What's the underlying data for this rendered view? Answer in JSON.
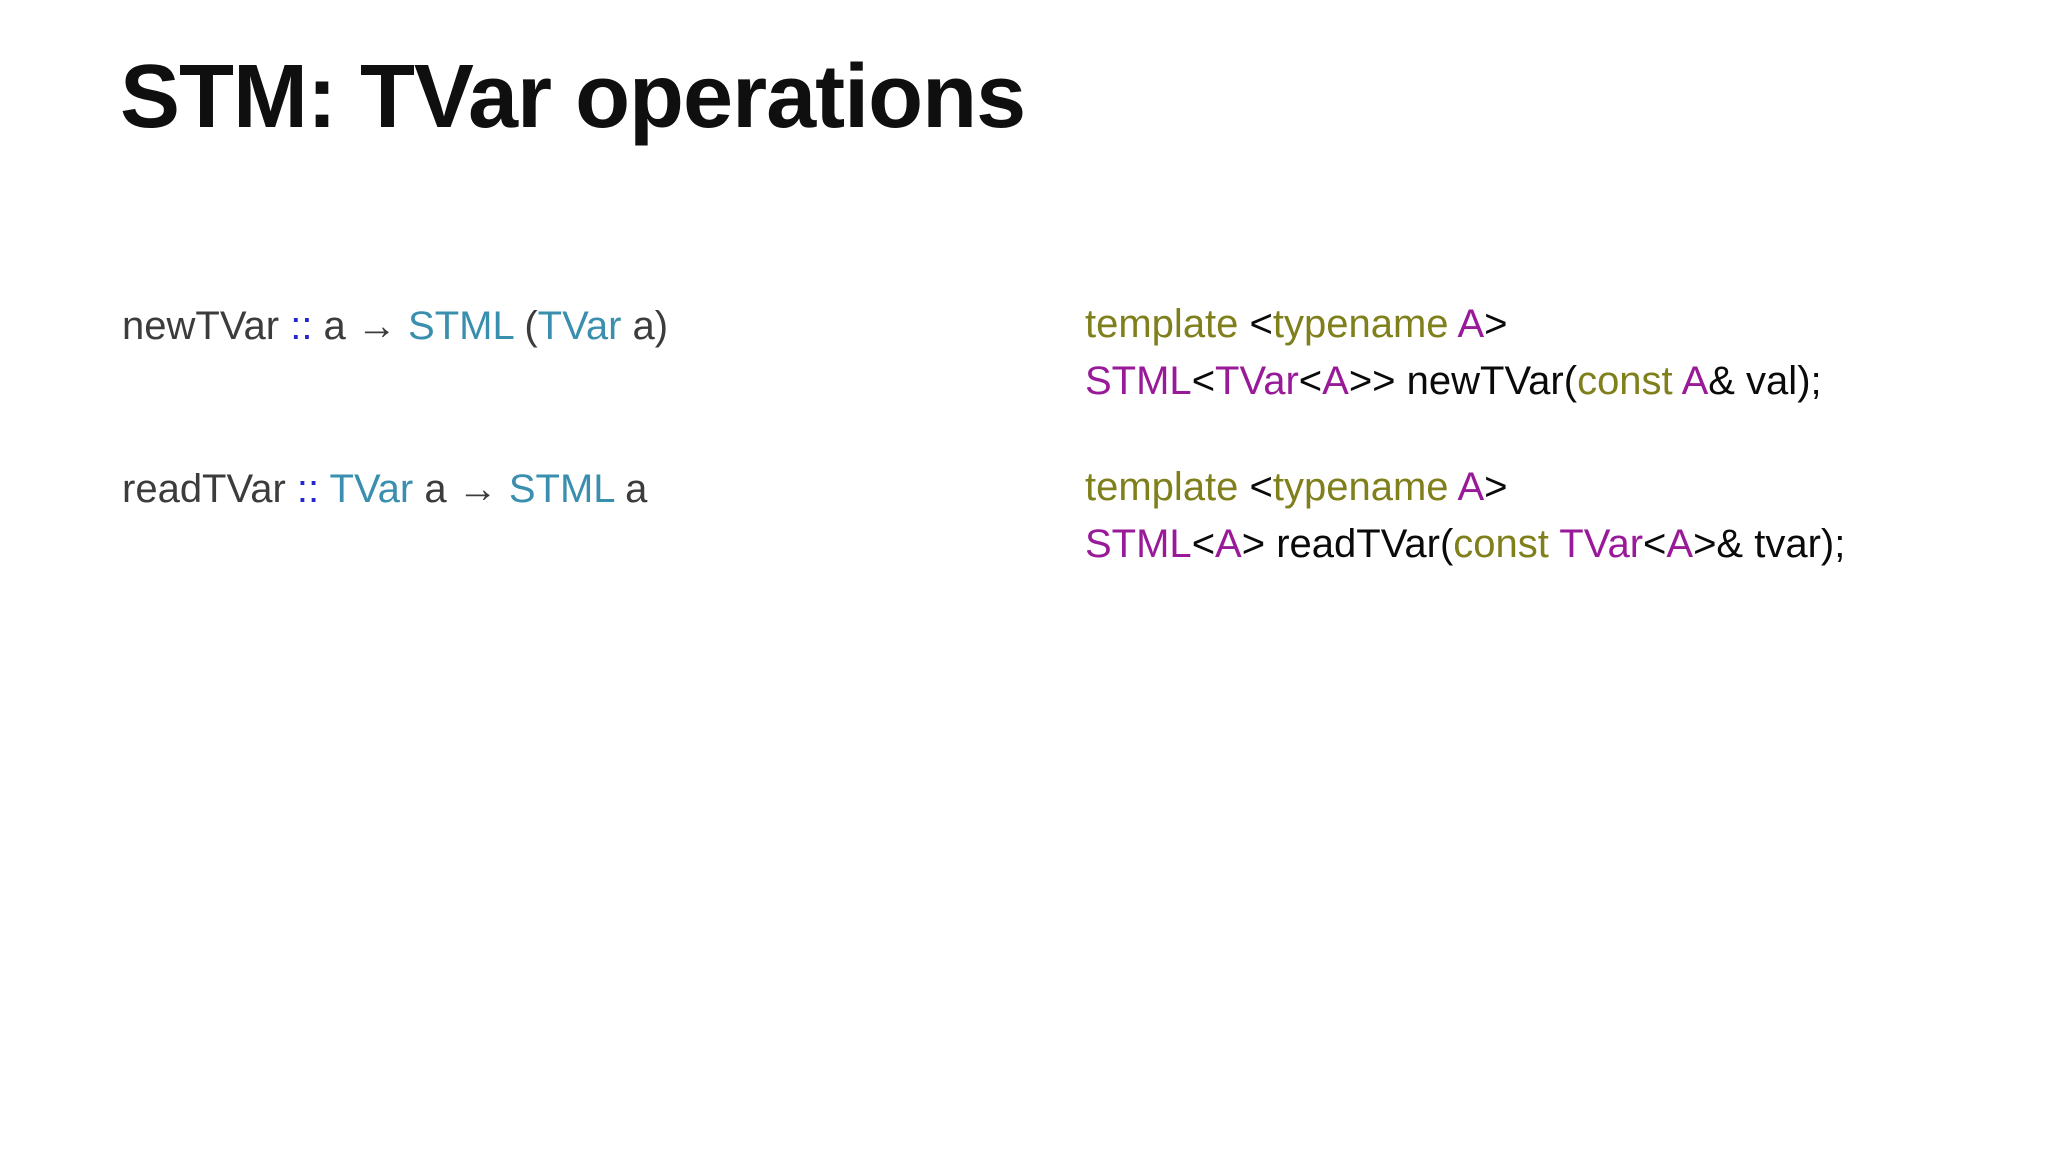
{
  "colors": {
    "background": "#ffffff",
    "title-text": "#0f0f0f",
    "haskell-text": "#3c3c3c",
    "code-text": "#0a0a0a",
    "blue": "#2525d2",
    "teal": "#3a8fae",
    "olive": "#7f7f1c",
    "purple": "#991a99"
  },
  "slide": {
    "title": "STM: TVar operations",
    "haskell_signatures": [
      {
        "name": "newTVar",
        "text": "newTVar :: a → STML (TVar a)",
        "tokens": [
          {
            "t": "newTVar ",
            "s": "hs"
          },
          {
            "t": ":: ",
            "s": "op"
          },
          {
            "t": "a → ",
            "s": "hs"
          },
          {
            "t": "STML ",
            "s": "type"
          },
          {
            "t": "(",
            "s": "hs"
          },
          {
            "t": "TVar ",
            "s": "type"
          },
          {
            "t": "a)",
            "s": "hs"
          }
        ]
      },
      {
        "name": "readTVar",
        "text": "readTVar :: TVar a → STML a",
        "tokens": [
          {
            "t": "readTVar ",
            "s": "hs"
          },
          {
            "t": ":: ",
            "s": "op"
          },
          {
            "t": "TVar ",
            "s": "type"
          },
          {
            "t": "a → ",
            "s": "hs"
          },
          {
            "t": "STML ",
            "s": "type"
          },
          {
            "t": "a",
            "s": "hs"
          }
        ]
      }
    ],
    "cpp_declarations": [
      {
        "name": "newTVar",
        "text": "template <typename A>\nSTML<TVar<A>> newTVar(const A& val);",
        "lines": [
          [
            {
              "t": "template ",
              "s": "kw"
            },
            {
              "t": "<",
              "s": "code"
            },
            {
              "t": "typename ",
              "s": "kw"
            },
            {
              "t": "A",
              "s": "tmpl"
            },
            {
              "t": ">",
              "s": "code"
            }
          ],
          [
            {
              "t": "STML",
              "s": "tmpl"
            },
            {
              "t": "<",
              "s": "code"
            },
            {
              "t": "TVar",
              "s": "tmpl"
            },
            {
              "t": "<",
              "s": "code"
            },
            {
              "t": "A",
              "s": "tmpl"
            },
            {
              "t": ">> newTVar(",
              "s": "code"
            },
            {
              "t": "const ",
              "s": "kw"
            },
            {
              "t": "A",
              "s": "tmpl"
            },
            {
              "t": "& val);",
              "s": "code"
            }
          ]
        ]
      },
      {
        "name": "readTVar",
        "text": "template <typename A>\nSTML<A> readTVar(const TVar<A>& tvar);",
        "lines": [
          [
            {
              "t": "template ",
              "s": "kw"
            },
            {
              "t": "<",
              "s": "code"
            },
            {
              "t": "typename ",
              "s": "kw"
            },
            {
              "t": "A",
              "s": "tmpl"
            },
            {
              "t": ">",
              "s": "code"
            }
          ],
          [
            {
              "t": "STML",
              "s": "tmpl"
            },
            {
              "t": "<",
              "s": "code"
            },
            {
              "t": "A",
              "s": "tmpl"
            },
            {
              "t": "> readTVar(",
              "s": "code"
            },
            {
              "t": "const ",
              "s": "kw"
            },
            {
              "t": "TVar",
              "s": "tmpl"
            },
            {
              "t": "<",
              "s": "code"
            },
            {
              "t": "A",
              "s": "tmpl"
            },
            {
              "t": ">& tvar);",
              "s": "code"
            }
          ]
        ]
      }
    ]
  }
}
